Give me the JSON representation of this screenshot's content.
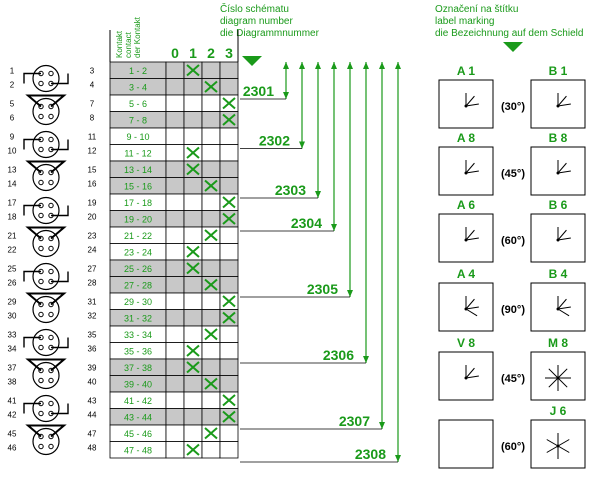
{
  "header_diagram": [
    "Číslo schématu",
    "diagram number",
    "die Diagrammnummer"
  ],
  "header_label": [
    "Označení na štítku",
    "label marking",
    "die Bezeichnung auf dem Schield"
  ],
  "contact_header": [
    "Kontakt",
    "contact",
    "der Kontakt"
  ],
  "positions": [
    "0",
    "1",
    "2",
    "3"
  ],
  "rows": [
    {
      "label": "1 - 2",
      "pos": 1,
      "shade": true
    },
    {
      "label": "3 - 4",
      "pos": 2,
      "shade": true
    },
    {
      "label": "5 - 6",
      "pos": 3,
      "shade": false
    },
    {
      "label": "7 - 8",
      "pos": 3,
      "shade": true
    },
    {
      "label": "9 - 10",
      "pos": null,
      "shade": false
    },
    {
      "label": "11 - 12",
      "pos": 1,
      "shade": false
    },
    {
      "label": "13 - 14",
      "pos": 1,
      "shade": true
    },
    {
      "label": "15 - 16",
      "pos": 2,
      "shade": true
    },
    {
      "label": "17 - 18",
      "pos": 3,
      "shade": false
    },
    {
      "label": "19 - 20",
      "pos": 3,
      "shade": true
    },
    {
      "label": "21 - 22",
      "pos": 2,
      "shade": false
    },
    {
      "label": "23 - 24",
      "pos": 1,
      "shade": false
    },
    {
      "label": "25 - 26",
      "pos": 1,
      "shade": true
    },
    {
      "label": "27 - 28",
      "pos": 2,
      "shade": true
    },
    {
      "label": "29 - 30",
      "pos": 3,
      "shade": false
    },
    {
      "label": "31 - 32",
      "pos": 3,
      "shade": true
    },
    {
      "label": "33 - 34",
      "pos": 2,
      "shade": false
    },
    {
      "label": "35 - 36",
      "pos": 1,
      "shade": false
    },
    {
      "label": "37 - 38",
      "pos": 1,
      "shade": true
    },
    {
      "label": "39 - 40",
      "pos": 2,
      "shade": true
    },
    {
      "label": "41 - 42",
      "pos": 3,
      "shade": false
    },
    {
      "label": "43 - 44",
      "pos": 3,
      "shade": true
    },
    {
      "label": "45 - 46",
      "pos": 2,
      "shade": false
    },
    {
      "label": "47 - 48",
      "pos": 1,
      "shade": false
    }
  ],
  "diagram_numbers": [
    "2301",
    "2302",
    "2303",
    "2304",
    "2305",
    "2306",
    "2307",
    "2308"
  ],
  "left_contacts": [
    {
      "l1": "1",
      "l2": "2",
      "r1": "3",
      "r2": "4"
    },
    {
      "l1": "5",
      "l2": "6",
      "r1": "7",
      "r2": "8"
    },
    {
      "l1": "9",
      "l2": "10",
      "r1": "11",
      "r2": "12"
    },
    {
      "l1": "13",
      "l2": "14",
      "r1": "15",
      "r2": "16"
    },
    {
      "l1": "17",
      "l2": "18",
      "r1": "19",
      "r2": "20"
    },
    {
      "l1": "21",
      "l2": "22",
      "r1": "23",
      "r2": "24"
    },
    {
      "l1": "25",
      "l2": "26",
      "r1": "27",
      "r2": "28"
    },
    {
      "l1": "29",
      "l2": "30",
      "r1": "31",
      "r2": "32"
    },
    {
      "l1": "33",
      "l2": "34",
      "r1": "35",
      "r2": "36"
    },
    {
      "l1": "37",
      "l2": "38",
      "r1": "39",
      "r2": "40"
    },
    {
      "l1": "41",
      "l2": "42",
      "r1": "43",
      "r2": "44"
    },
    {
      "l1": "45",
      "l2": "46",
      "r1": "47",
      "r2": "48"
    }
  ],
  "markings": [
    {
      "left": "A 1",
      "right": "B 1",
      "angle": "(30°)",
      "left_n": 3,
      "right_n": 3
    },
    {
      "left": "A 8",
      "right": "B 8",
      "angle": "(45°)",
      "left_n": 3,
      "right_n": 3
    },
    {
      "left": "A 6",
      "right": "B 6",
      "angle": "(60°)",
      "left_n": 3,
      "right_n": 3
    },
    {
      "left": "A 4",
      "right": "B 4",
      "angle": "(90°)",
      "left_n": 4,
      "right_n": 4
    },
    {
      "left": "V 8",
      "right": "M 8",
      "angle": "(45°)",
      "left_n": 3,
      "right_n": 8
    },
    {
      "left": "",
      "right": "J 6",
      "angle": "(60°)",
      "left_n": 0,
      "right_n": 6
    }
  ],
  "colors": {
    "green": "#1a9a1a",
    "shade": "#c8c8c8",
    "line": "#000000"
  }
}
